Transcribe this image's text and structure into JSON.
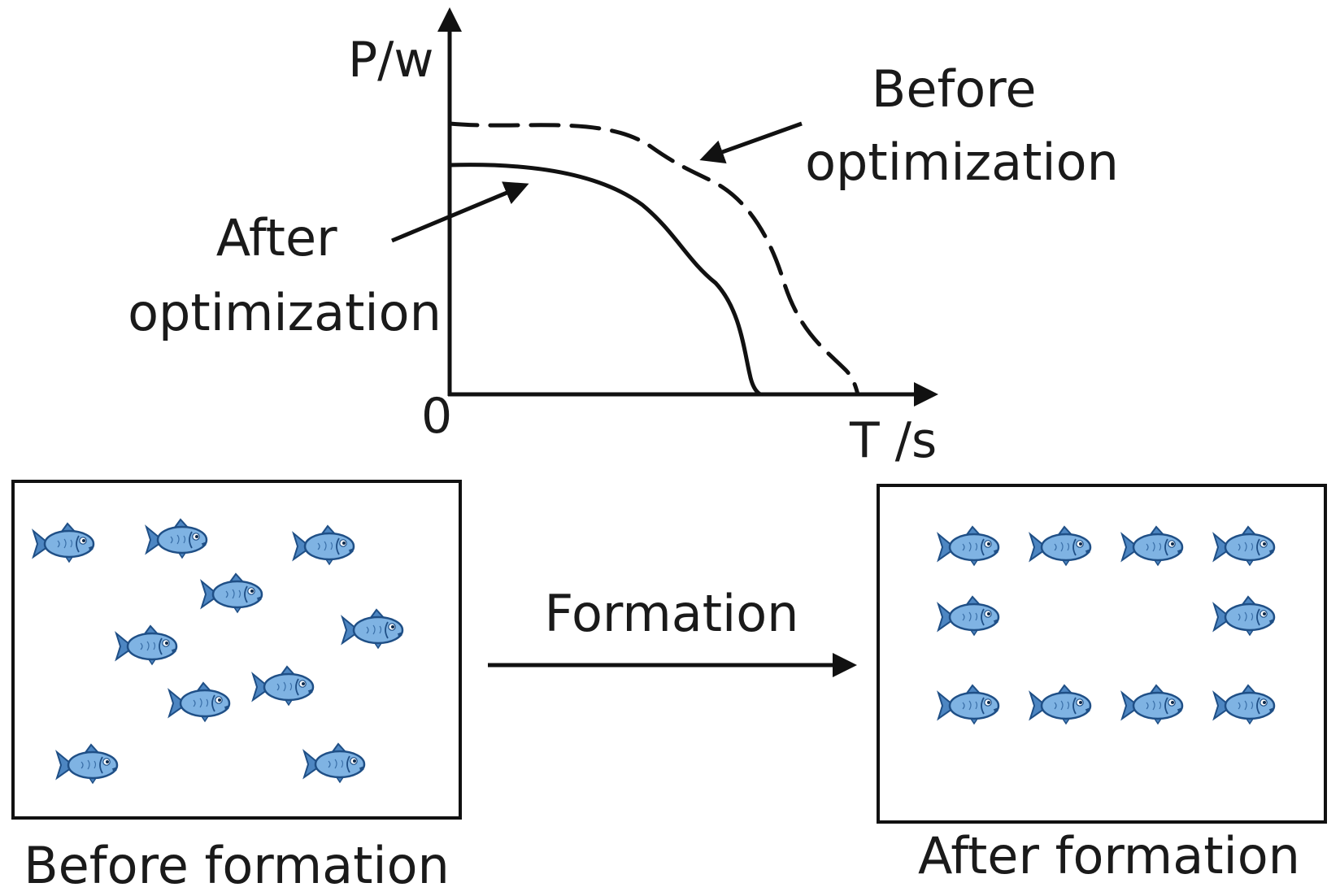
{
  "chart": {
    "y_axis_label": "P/w",
    "x_axis_label": "T /s",
    "origin_label": "0",
    "curves": [
      {
        "label": "Before optimization",
        "label_lines": [
          "Before",
          "optimization"
        ],
        "style": "dashed"
      },
      {
        "label": "After optimization",
        "label_lines": [
          "After",
          "optimization"
        ],
        "style": "solid"
      }
    ]
  },
  "formation": {
    "arrow_label": "Formation",
    "before": {
      "caption": "Before formation",
      "layout": "scattered",
      "fish_count": 10
    },
    "after": {
      "caption": "After formation",
      "layout": "rectangular ring",
      "fish_count": 10
    }
  },
  "colors": {
    "line": "#111111",
    "fish_body": "#7fb3e3",
    "fish_fin": "#4d86c2",
    "fish_outline": "#1f4f86"
  },
  "icons": {
    "fish": "fish-icon"
  }
}
